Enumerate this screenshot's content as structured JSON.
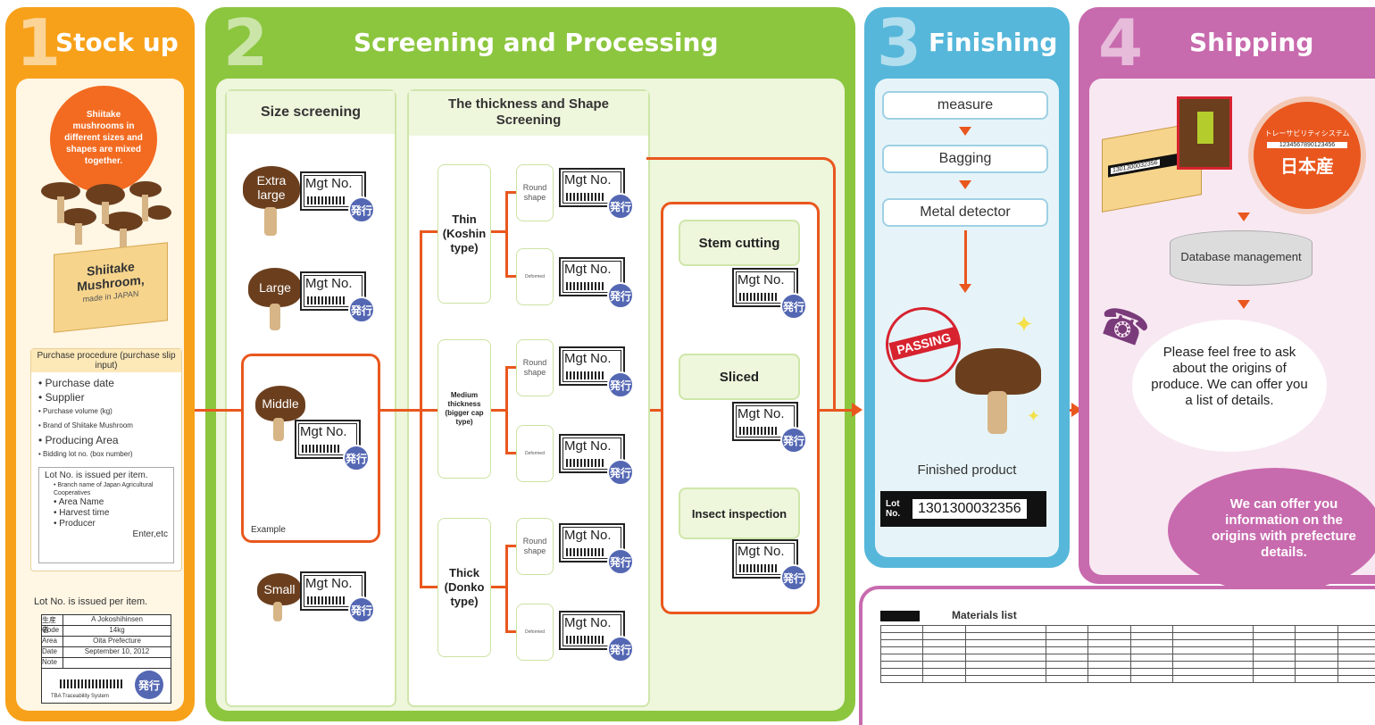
{
  "steps": [
    {
      "num": "1",
      "title": "Stock up"
    },
    {
      "num": "2",
      "title": "Screening and Processing"
    },
    {
      "num": "3",
      "title": "Finishing"
    },
    {
      "num": "4",
      "title": "Shipping"
    }
  ],
  "stock": {
    "bubble": "Shiitake mushrooms in different sizes and shapes are mixed together.",
    "box_label": "Shiitake Mushroom,",
    "box_sub": "made in JAPAN",
    "purchase_title": "Purchase procedure (purchase slip input)",
    "purchase_items": [
      "Purchase date",
      "Supplier",
      "Purchase volume (kg)",
      "Brand of Shiitake Mushroom",
      "Producing Area",
      "Bidding lot no. (box number)"
    ],
    "lot_title": "Lot No. is issued per item.",
    "lot_items": [
      "Branch name of Japan Agricultural Cooperatives",
      "Area Name",
      "Harvest time",
      "Producer"
    ],
    "lot_enter": "Enter,etc",
    "lot_caption": "Lot No. is issued per item.",
    "slip_rows": [
      {
        "k": "生産者",
        "v": "A Jokoshihinsen"
      },
      {
        "k": "Code",
        "v": "14kg"
      },
      {
        "k": "Area",
        "v": "Oita Prefecture"
      },
      {
        "k": "Date",
        "v": "September 10, 2012"
      },
      {
        "k": "Note",
        "v": ""
      }
    ],
    "slip_footer": "TBA Traceability System"
  },
  "screening": {
    "size_title": "Size screening",
    "sizes": [
      {
        "label": "Extra large"
      },
      {
        "label": "Large"
      },
      {
        "label": "Middle"
      },
      {
        "label": "Small"
      }
    ],
    "example": "Example",
    "thickness_title": "The thickness and Shape Screening",
    "thickness": [
      {
        "label": "Thin (Koshin type)"
      },
      {
        "label": "Medium thickness (bigger cap type)"
      },
      {
        "label": "Thick (Donko type)"
      }
    ],
    "shape_round": "Round shape",
    "shape_deformed": "Deformed",
    "processes": [
      "Stem cutting",
      "Sliced",
      "Insect inspection"
    ]
  },
  "tag": {
    "text": "Mgt No.",
    "seal": "発行"
  },
  "finishing": {
    "steps": [
      "measure",
      "Bagging",
      "Metal detector"
    ],
    "stamp": "PASSING",
    "product": "Finished product",
    "lot_label": "Lot No.",
    "lot_value": "1301300032356"
  },
  "shipping": {
    "box_lot": "1301300032356",
    "sticker_top": "トレーサビリティシステム",
    "sticker_code": "1234567890123456",
    "sticker_origin": "日本産",
    "database": "Database management",
    "speech": "Please feel free to ask about the origins of produce. We can offer you a list of details.",
    "bubble": "We can offer you information on the origins with prefecture details.",
    "materials_title": "Materials list"
  },
  "colors": {
    "orange": "#f7a11a",
    "green": "#8cc63f",
    "blue": "#56b7da",
    "pink": "#c86aae",
    "arrow": "#e9571e"
  }
}
